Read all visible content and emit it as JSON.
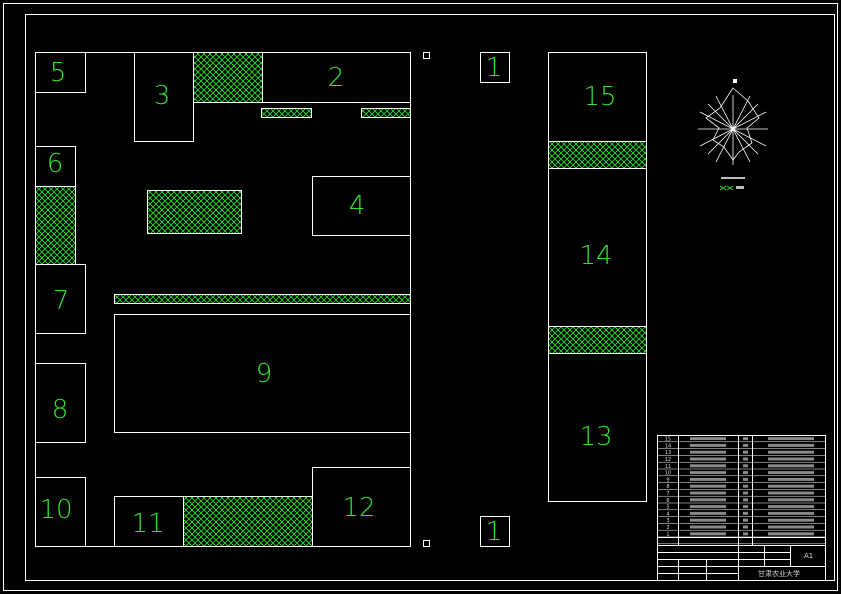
{
  "drawing": {
    "site_labels": {
      "b1a": "1",
      "b1b": "1",
      "b2": "2",
      "b3": "3",
      "b4": "4",
      "b5": "5",
      "b6": "6",
      "b7": "7",
      "b8": "8",
      "b9": "9",
      "b10": "10",
      "b11": "11",
      "b12": "12",
      "b13": "13",
      "b14": "14",
      "b15": "15"
    },
    "title_block": {
      "sheet_size": "A1",
      "university": "甘肃农业大学",
      "row_numbers": [
        "15",
        "14",
        "13",
        "12",
        "11",
        "10",
        "9",
        "8",
        "7",
        "6",
        "5",
        "4",
        "3",
        "2",
        "1"
      ]
    },
    "colors": {
      "background": "#000000",
      "line": "#ffffff",
      "label": "#2ee62e",
      "hatch": "#2ee62e"
    }
  }
}
